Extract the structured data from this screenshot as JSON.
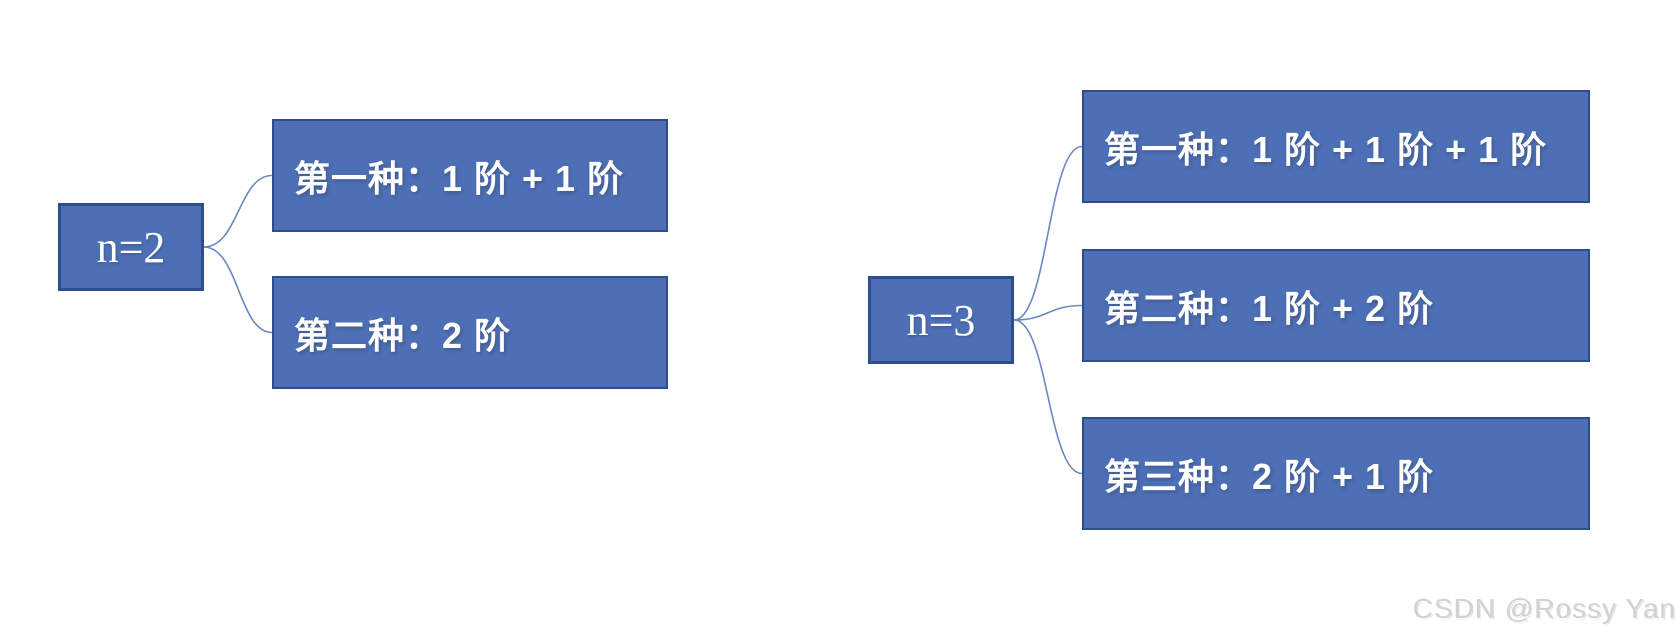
{
  "diagram": {
    "groups": [
      {
        "root": {
          "label": "n=2"
        },
        "children": [
          {
            "label": "第一种：1 阶 + 1 阶"
          },
          {
            "label": "第二种：2 阶"
          }
        ]
      },
      {
        "root": {
          "label": "n=3"
        },
        "children": [
          {
            "label": "第一种：1 阶 + 1 阶 + 1 阶"
          },
          {
            "label": "第二种：1 阶 + 2 阶"
          },
          {
            "label": "第三种：2 阶 + 1 阶"
          }
        ]
      }
    ]
  },
  "watermark": {
    "text": "CSDN @Rossy Yan"
  },
  "colors": {
    "box_fill": "#4d6fb5",
    "box_border": "#2e4d8e",
    "connector": "#6b87c5",
    "box_text": "#ffffff",
    "watermark_text": "#d2d2d2",
    "background": "#ffffff"
  }
}
